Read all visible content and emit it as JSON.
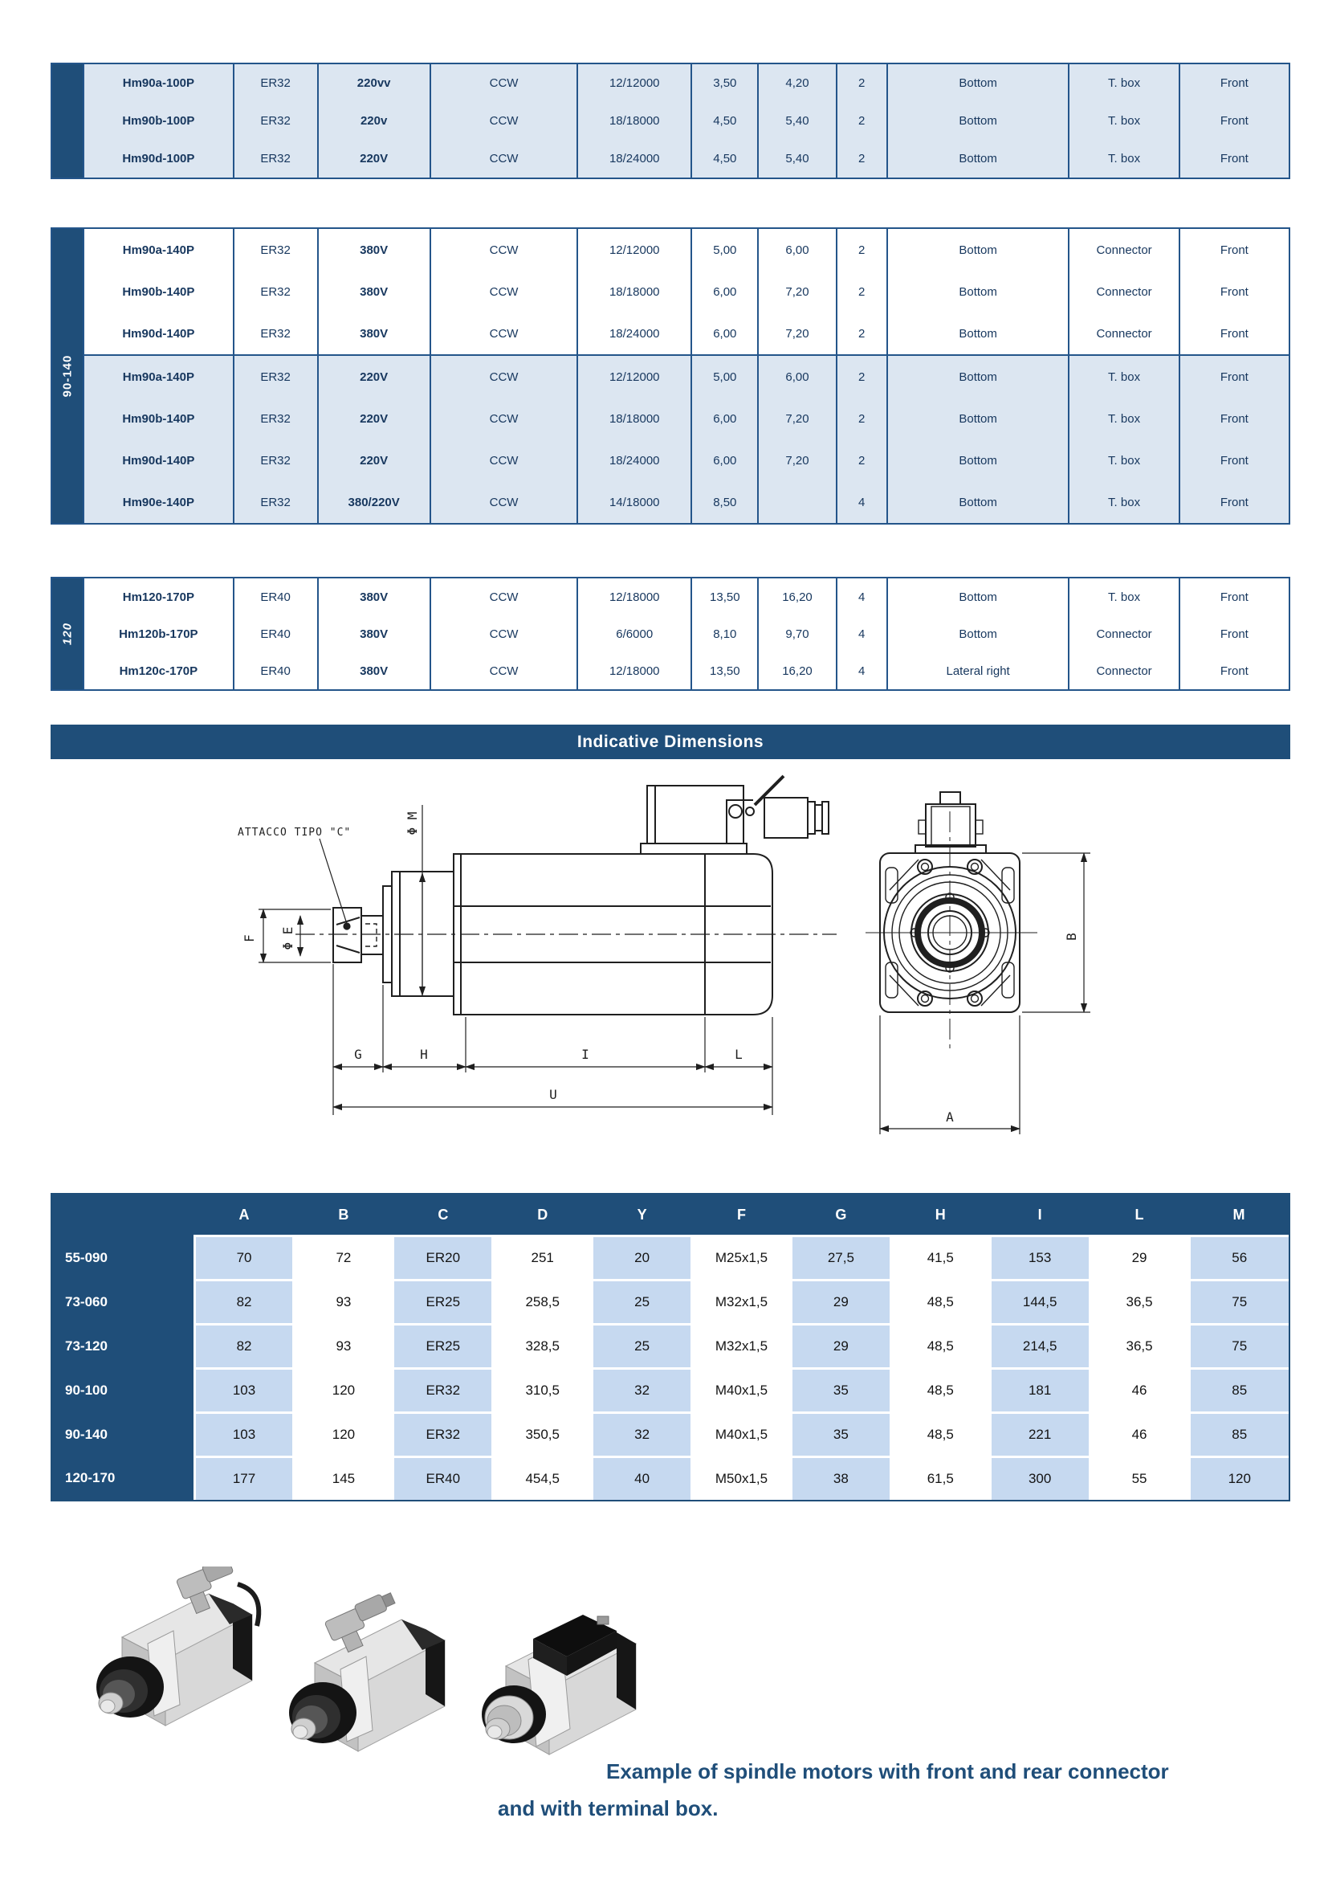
{
  "colors": {
    "navy": "#1f4e79",
    "table_border": "#24558a",
    "spec_shaded": "#dce6f1",
    "dim_shaded": "#c6d9f0",
    "text_navy": "#17375e"
  },
  "spec_tables": [
    {
      "side_label": "",
      "italic": false,
      "shaded": [
        true,
        true,
        true
      ],
      "rows": [
        [
          "Hm90a-100P",
          "ER32",
          "220vv",
          "CCW",
          "12/12000",
          "3,50",
          "4,20",
          "2",
          "Bottom",
          "T. box",
          "Front"
        ],
        [
          "Hm90b-100P",
          "ER32",
          "220v",
          "CCW",
          "18/18000",
          "4,50",
          "5,40",
          "2",
          "Bottom",
          "T. box",
          "Front"
        ],
        [
          "Hm90d-100P",
          "ER32",
          "220V",
          "CCW",
          "18/24000",
          "4,50",
          "5,40",
          "2",
          "Bottom",
          "T. box",
          "Front"
        ]
      ]
    },
    {
      "side_label": "90-140",
      "italic": false,
      "shaded": [
        false,
        false,
        false,
        true,
        true,
        true,
        true
      ],
      "rows": [
        [
          "Hm90a-140P",
          "ER32",
          "380V",
          "CCW",
          "12/12000",
          "5,00",
          "6,00",
          "2",
          "Bottom",
          "Connector",
          "Front"
        ],
        [
          "Hm90b-140P",
          "ER32",
          "380V",
          "CCW",
          "18/18000",
          "6,00",
          "7,20",
          "2",
          "Bottom",
          "Connector",
          "Front"
        ],
        [
          "Hm90d-140P",
          "ER32",
          "380V",
          "CCW",
          "18/24000",
          "6,00",
          "7,20",
          "2",
          "Bottom",
          "Connector",
          "Front"
        ],
        [
          "Hm90a-140P",
          "ER32",
          "220V",
          "CCW",
          "12/12000",
          "5,00",
          "6,00",
          "2",
          "Bottom",
          "T. box",
          "Front"
        ],
        [
          "Hm90b-140P",
          "ER32",
          "220V",
          "CCW",
          "18/18000",
          "6,00",
          "7,20",
          "2",
          "Bottom",
          "T. box",
          "Front"
        ],
        [
          "Hm90d-140P",
          "ER32",
          "220V",
          "CCW",
          "18/24000",
          "6,00",
          "7,20",
          "2",
          "Bottom",
          "T. box",
          "Front"
        ],
        [
          "Hm90e-140P",
          "ER32",
          "380/220V",
          "CCW",
          "14/18000",
          "8,50",
          "",
          "4",
          "Bottom",
          "T. box",
          "Front"
        ]
      ]
    },
    {
      "side_label": "120",
      "italic": true,
      "shaded": [
        false,
        false,
        false
      ],
      "rows": [
        [
          "Hm120-170P",
          "ER40",
          "380V",
          "CCW",
          "12/18000",
          "13,50",
          "16,20",
          "4",
          "Bottom",
          "T. box",
          "Front"
        ],
        [
          "Hm120b-170P",
          "ER40",
          "380V",
          "CCW",
          "6/6000",
          "8,10",
          "9,70",
          "4",
          "Bottom",
          "Connector",
          "Front"
        ],
        [
          "Hm120c-170P",
          "ER40",
          "380V",
          "CCW",
          "12/18000",
          "13,50",
          "16,20",
          "4",
          "Lateral right",
          "Connector",
          "Front"
        ]
      ]
    }
  ],
  "section": {
    "title": "Indicative Dimensions"
  },
  "drawing": {
    "labels": {
      "attacco": "ATTACCO TIPO \"C\"",
      "phi_m": "Φ M",
      "phi_e": "Φ E",
      "f": "F",
      "g": "G",
      "h": "H",
      "i": "I",
      "l": "L",
      "u": "U",
      "a": "A",
      "b": "B"
    }
  },
  "dim_table": {
    "col_headers": [
      "A",
      "B",
      "C",
      "D",
      "Y",
      "F",
      "G",
      "H",
      "I",
      "L",
      "M"
    ],
    "rows": [
      {
        "label": "55-090",
        "values": [
          "70",
          "72",
          "ER20",
          "251",
          "20",
          "M25x1,5",
          "27,5",
          "41,5",
          "153",
          "29",
          "56"
        ]
      },
      {
        "label": "73-060",
        "values": [
          "82",
          "93",
          "ER25",
          "258,5",
          "25",
          "M32x1,5",
          "29",
          "48,5",
          "144,5",
          "36,5",
          "75"
        ]
      },
      {
        "label": "73-120",
        "values": [
          "82",
          "93",
          "ER25",
          "328,5",
          "25",
          "M32x1,5",
          "29",
          "48,5",
          "214,5",
          "36,5",
          "75"
        ]
      },
      {
        "label": "90-100",
        "values": [
          "103",
          "120",
          "ER32",
          "310,5",
          "32",
          "M40x1,5",
          "35",
          "48,5",
          "181",
          "46",
          "85"
        ]
      },
      {
        "label": "90-140",
        "values": [
          "103",
          "120",
          "ER32",
          "350,5",
          "32",
          "M40x1,5",
          "35",
          "48,5",
          "221",
          "46",
          "85"
        ]
      },
      {
        "label": "120-170",
        "values": [
          "177",
          "145",
          "ER40",
          "454,5",
          "40",
          "M50x1,5",
          "38",
          "61,5",
          "300",
          "55",
          "120"
        ]
      }
    ]
  },
  "caption": {
    "line1": "Example of spindle motors with front and rear connector",
    "line2": "and with terminal box."
  }
}
